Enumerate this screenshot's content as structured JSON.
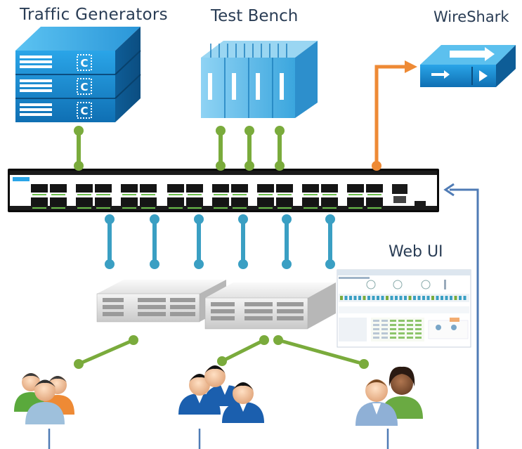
{
  "labels": {
    "traffic_generators": "Traffic Generators",
    "test_bench": "Test Bench",
    "wireshark": "WireShark",
    "web_ui": "Web UI"
  },
  "colors": {
    "green_link": "#7aab3c",
    "blue_link": "#3a9fc3",
    "orange_link": "#ee8a35",
    "mgmt_link": "#4f7bb5",
    "text": "#2a3d55",
    "device_blue": "#1c8ed0"
  },
  "icons": [
    "traffic-generator-icon",
    "test-bench-icon",
    "wireshark-appliance-icon",
    "network-switch-icon",
    "server-appliance-icon",
    "web-ui-screenshot-icon",
    "users-group-icon"
  ]
}
